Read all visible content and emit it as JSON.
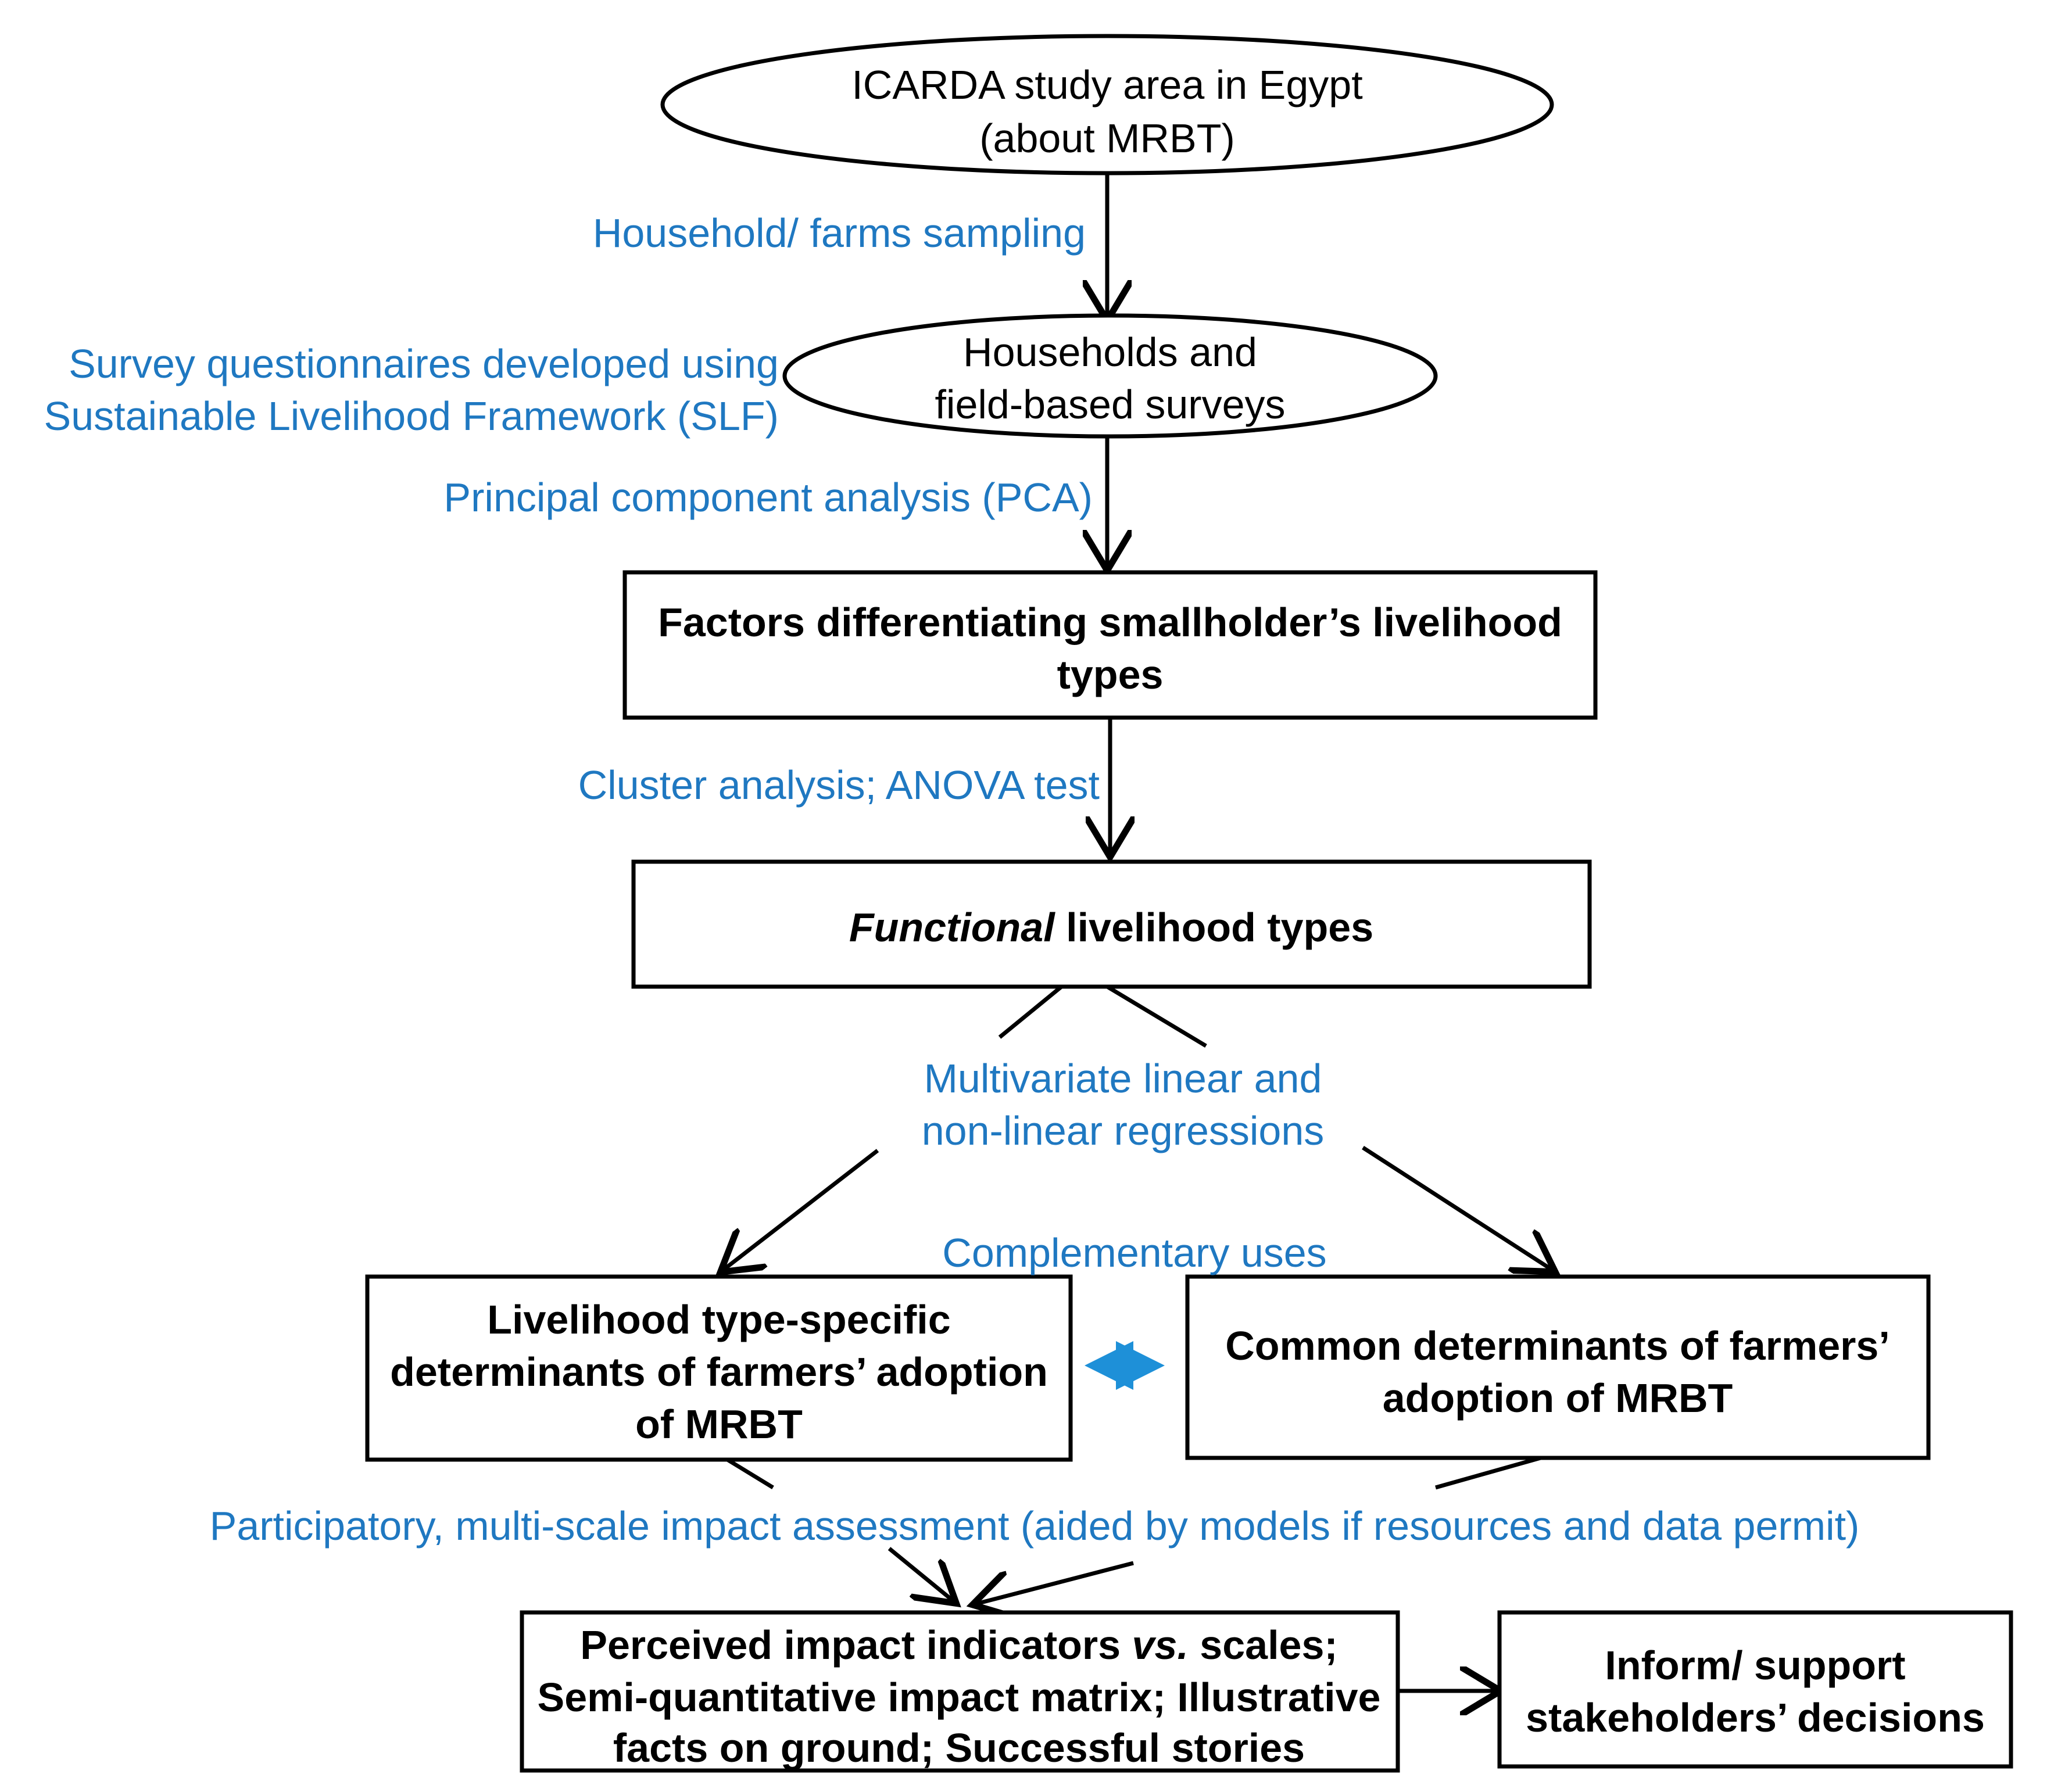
{
  "nodes": {
    "study_area": {
      "line1": "ICARDA study area in Egypt",
      "line2": "(about MRBT)"
    },
    "surveys": {
      "line1": "Households and",
      "line2": "field-based surveys"
    },
    "factors": {
      "line1": "Factors differentiating smallholder’s livelihood",
      "line2": "types"
    },
    "functional": {
      "italic": "Functional",
      "rest": " livelihood types"
    },
    "specific": {
      "line1": "Livelihood type-specific",
      "line2": "determinants of farmers’ adoption",
      "line3": "of MRBT"
    },
    "common": {
      "line1": "Common determinants of farmers’",
      "line2": "adoption of MRBT"
    },
    "impact": {
      "line1a": "Perceived impact indicators ",
      "line1b": "vs.",
      "line1c": " scales;",
      "line2": "Semi-quantitative impact matrix; Illustrative",
      "line3": "facts on ground; Successful stories"
    },
    "inform": {
      "line1": "Inform/ support",
      "line2": "stakeholders’ decisions"
    }
  },
  "edge_labels": {
    "sampling": "Household/ farms sampling",
    "survey_q_1": "Survey questionnaires developed using",
    "survey_q_2": "Sustainable Livelihood Framework (SLF)",
    "pca": "Principal component analysis (PCA)",
    "cluster": "Cluster analysis; ANOVA test",
    "regression_1": "Multivariate linear and",
    "regression_2": "non-linear regressions",
    "complementary": "Complementary uses",
    "participatory": "Participatory, multi-scale impact assessment (aided by models if resources and data permit)"
  },
  "colors": {
    "label": "#1f78c1",
    "double_arrow": "#1e90d8",
    "stroke": "#000000"
  }
}
